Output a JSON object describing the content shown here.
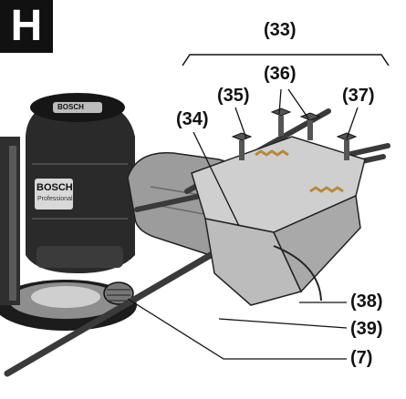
{
  "figure": {
    "letter": "H",
    "callouts": {
      "c33": "(33)",
      "c36": "(36)",
      "c35": "(35)",
      "c37": "(37)",
      "c34": "(34)",
      "c38": "(38)",
      "c39": "(39)",
      "c7": "(7)"
    },
    "branding": {
      "logo_top": "BOSCH",
      "logo_side": "BOSCH",
      "tagline": "Professional"
    }
  },
  "colors": {
    "ink": "#111111",
    "router_body": "#2a2a2a",
    "router_dark": "#161616",
    "jig_grey": "#cfcfcf",
    "rod": "#3a3a3a",
    "spring": "#d9b46a"
  }
}
